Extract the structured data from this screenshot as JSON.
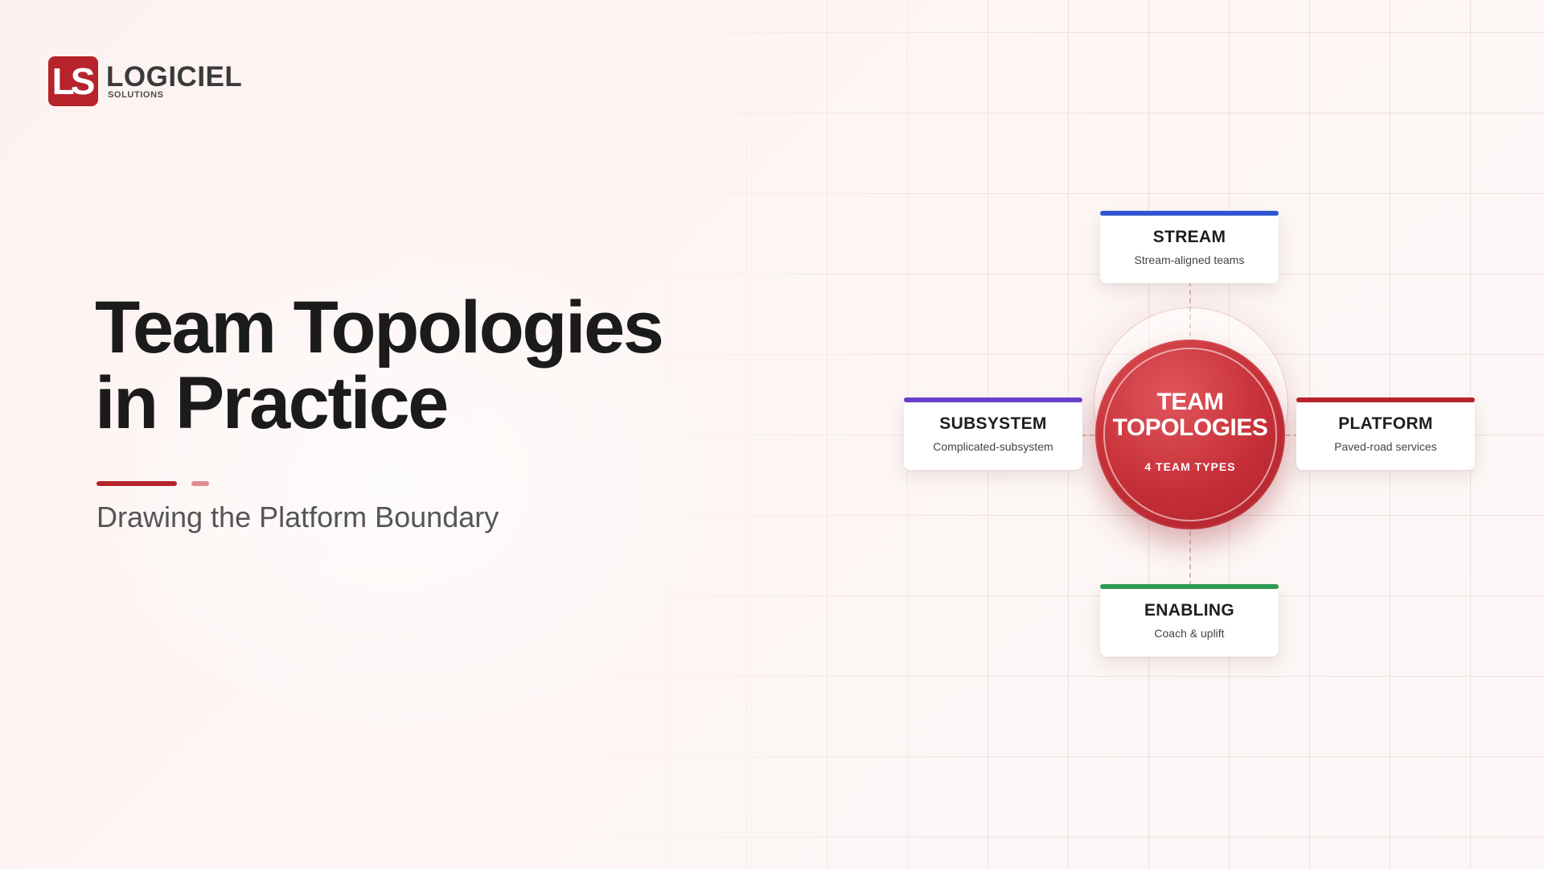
{
  "logo": {
    "mark": "LS",
    "name": "LOGICIEL",
    "subtitle": "SOLUTIONS"
  },
  "title": {
    "line1": "Team Topologies",
    "line2": "in Practice"
  },
  "subtitle": "Drawing the Platform Boundary",
  "hub": {
    "title": "TEAM\nTOPOLOGIES",
    "subtitle": "4 TEAM TYPES"
  },
  "cards": {
    "stream": {
      "title": "STREAM",
      "desc": "Stream-aligned teams",
      "color": "#2f56d0"
    },
    "subsystem": {
      "title": "SUBSYSTEM",
      "desc": "Complicated-subsystem",
      "color": "#6a3fc9"
    },
    "platform": {
      "title": "PLATFORM",
      "desc": "Paved-road services",
      "color": "#b6232a"
    },
    "enabling": {
      "title": "ENABLING",
      "desc": "Coach & uplift",
      "color": "#2f9a52"
    }
  },
  "colors": {
    "brand": "#b6232a",
    "accent_light": "#e28b8e",
    "background": "#fdf4f3"
  }
}
